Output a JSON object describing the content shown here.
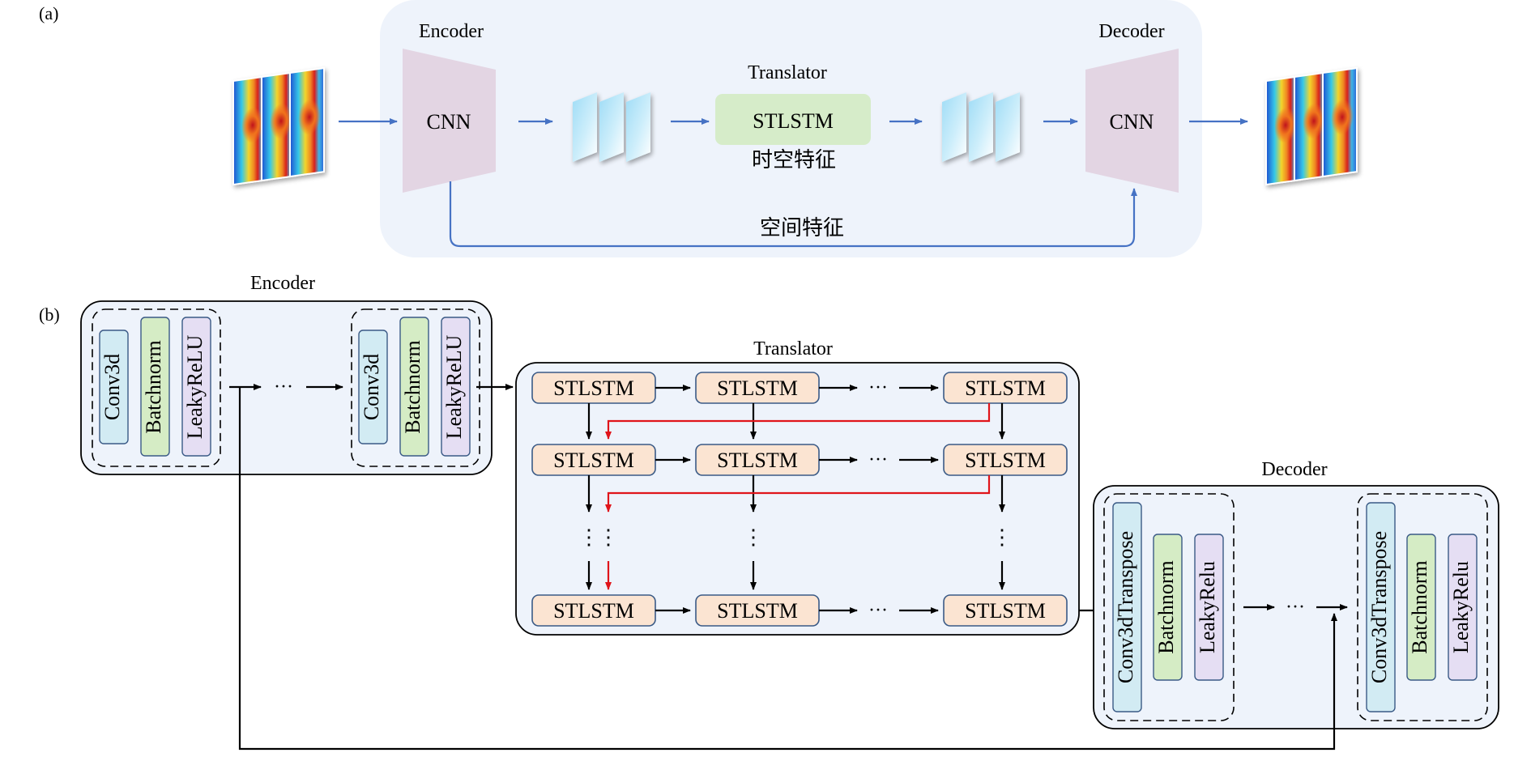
{
  "panel_a": {
    "label": "(a)",
    "encoder_title": "Encoder",
    "decoder_title": "Decoder",
    "translator_title": "Translator",
    "encoder_block": "CNN",
    "decoder_block": "CNN",
    "translator_block": "STLSTM",
    "spatiotemporal_feature": "时空特征",
    "spatial_feature": "空间特征"
  },
  "panel_b": {
    "label": "(b)",
    "encoder": {
      "title": "Encoder",
      "layers": [
        "Conv3d",
        "Batchnorm",
        "LeakyReLU"
      ],
      "ellipsis": "···"
    },
    "translator": {
      "title": "Translator",
      "cell_label": "STLSTM",
      "ellipsis": "···",
      "vertical_ellipsis": "⋮"
    },
    "decoder": {
      "title": "Decoder",
      "layers": [
        "Conv3dTranspose",
        "Batchnorm",
        "LeakyRelu"
      ],
      "ellipsis": "···"
    }
  },
  "colors": {
    "panel_bg": "#eef3fb",
    "cnn_fill": "#e3d5e3",
    "stlstm_a_fill": "#d6ecc9",
    "stlstm_b_fill": "#fbe4d2",
    "stlstm_b_border": "#3a5a86",
    "conv_fill": "#d2ebf3",
    "batchnorm_fill": "#d5ecc5",
    "leaky_fill": "#e5def3",
    "arrow_blue": "#4672c4",
    "red_arrow": "#e0141a"
  }
}
